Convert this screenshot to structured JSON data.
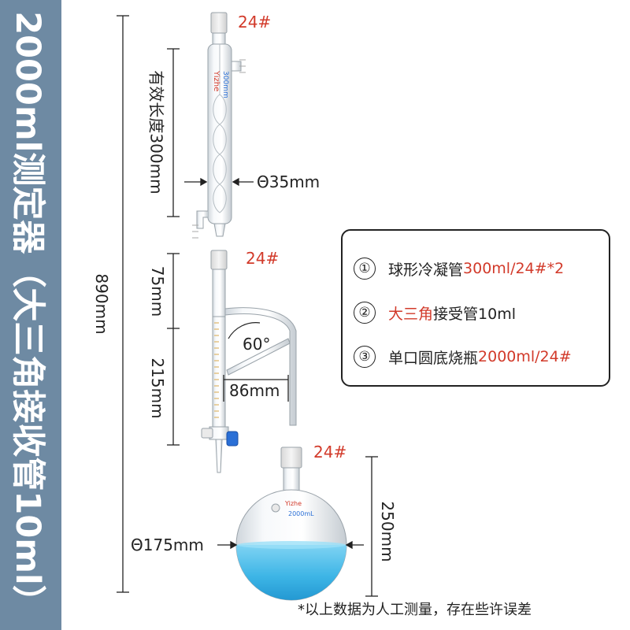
{
  "side_title": "2000ml测定器（大三角接收管10ml）",
  "dimensions": {
    "total_height": "890mm",
    "condenser_length": "有效长度300mm",
    "condenser_diameter": "Θ35mm",
    "receiver_top": "75mm",
    "receiver_bottom": "215mm",
    "angle": "60°",
    "arm_width": "86mm",
    "flask_diameter": "Θ175mm",
    "flask_height": "250mm"
  },
  "joints": {
    "top": "24#",
    "middle": "24#",
    "flask": "24#"
  },
  "legend": {
    "items": [
      {
        "num": "①",
        "text": "球形冷凝管",
        "highlight": "300ml/24#*2",
        "rest": ""
      },
      {
        "num": "②",
        "text": "",
        "highlight": "大三角",
        "rest": "接受管10ml"
      },
      {
        "num": "③",
        "text": "单口圆底烧瓶",
        "highlight": "2000ml/24#",
        "rest": ""
      }
    ]
  },
  "glass_marks": {
    "brand": "Yizhe",
    "condenser_volume": "300mm",
    "flask_volume": "2000mL"
  },
  "note": "*以上数据为人工测量，存在些许误差",
  "colors": {
    "sidebar": "#6e8aa3",
    "highlight": "#d23a2a",
    "liquid": "#3db5e6",
    "stopcock": "#2a6fd6"
  }
}
